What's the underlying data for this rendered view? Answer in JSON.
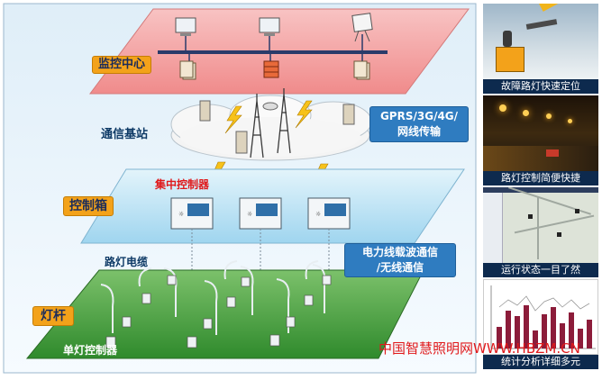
{
  "layers": {
    "monitor_center": "监控中心",
    "base_station": "通信基站",
    "network": "GPRS/3G/4G/\n网线传输",
    "control_box": "控制箱",
    "central_controller": "集中控制器",
    "cable": "路灯电缆",
    "plc": "电力线载波通信\n/无线通信",
    "pole": "灯杆",
    "single_controller": "单灯控制器"
  },
  "panels": [
    {
      "caption": "故障路灯快速定位"
    },
    {
      "caption": "路灯控制简便快捷"
    },
    {
      "caption": "运行状态一目了然"
    },
    {
      "caption": "统计分析详细多元"
    }
  ],
  "watermark": "中国智慧照明网WWW.HBZM.CN",
  "colors": {
    "monitor_plane": "#f4a9a9",
    "control_plane": "#bfe4f5",
    "ground_plane": "#3f9c3a",
    "label_blue": "#2f7cc0",
    "label_orange": "#f3a21a"
  }
}
